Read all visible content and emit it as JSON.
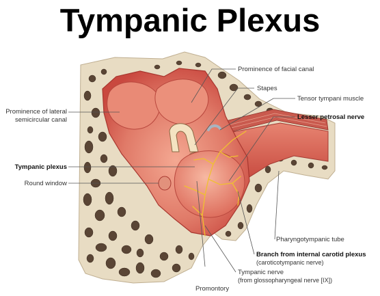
{
  "title": "Tympanic Plexus",
  "labels": {
    "prominence_facial_canal": "Prominence of facial canal",
    "stapes": "Stapes",
    "tensor_tympani": "Tensor tympani muscle",
    "lesser_petrosal": "Lesser petrosal nerve",
    "prominence_lateral_1": "Prominence of lateral",
    "prominence_lateral_2": "semicircular canal",
    "tympanic_plexus": "Tympanic plexus",
    "round_window": "Round window",
    "pharyngotympanic": "Pharyngotympanic tube",
    "branch_carotid_1": "Branch from internal carotid plexus",
    "branch_carotid_2": "(caroticotympanic nerve)",
    "tympanic_nerve_1": "Tympanic nerve",
    "tympanic_nerve_2": "(from glossopharyngeal nerve [IX])",
    "promontory": "Promontory"
  },
  "colors": {
    "bone": "#e8dcc3",
    "bone_hole": "#5a4535",
    "cavity": "#d9645a",
    "cavity_light": "#f2a08c",
    "nerve": "#f0c030"
  }
}
